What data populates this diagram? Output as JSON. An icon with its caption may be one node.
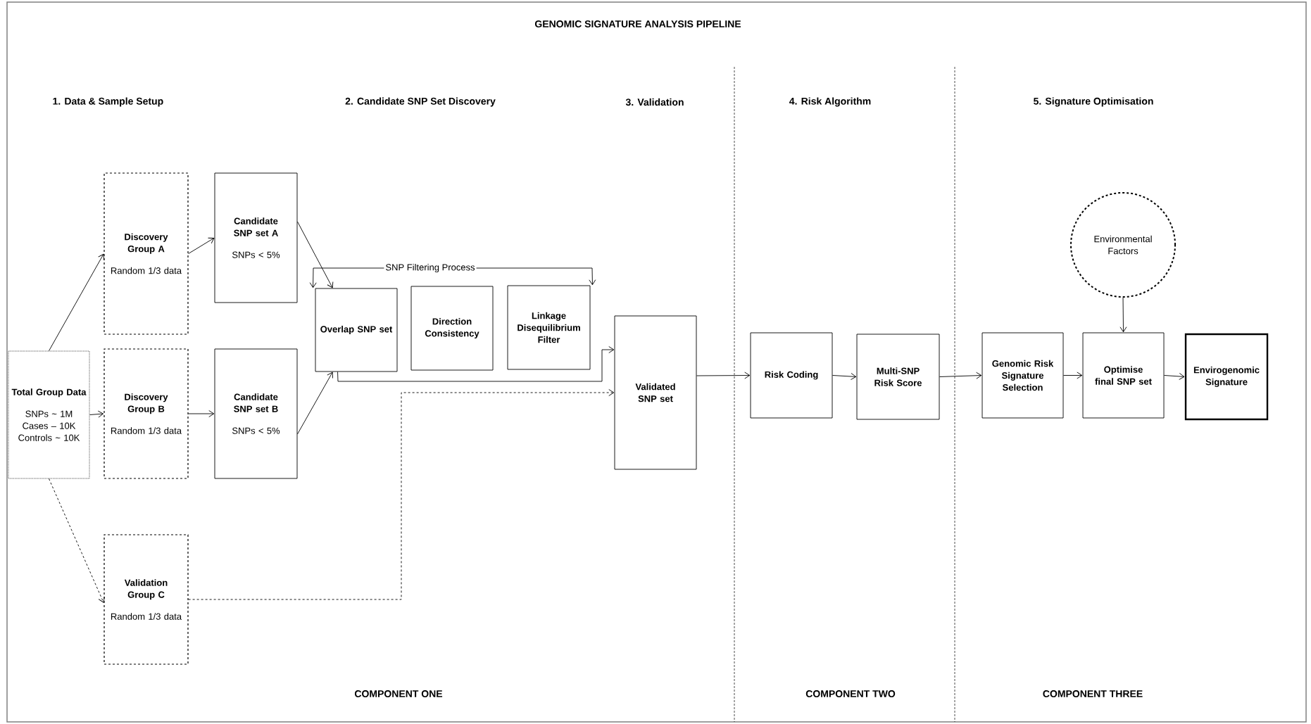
{
  "diagram": {
    "title": "GENOMIC SIGNATURE ANALYSIS PIPELINE",
    "nodes": [
      {
        "text": [
          "Total Group Data",
          "SNPs ~ 1M Cases – 10K Controls ~ 10K"
        ]
      },
      {
        "text": [
          "Discovery Group A",
          "Random 1/3 data"
        ]
      },
      {
        "text": [
          "Candidate SNP set A",
          "SNPs < 5%"
        ]
      },
      {
        "text": [
          "Discovery Group B",
          "Random 1/3 data"
        ]
      },
      {
        "text": [
          "Candidate SNP set B",
          "SNPs < 5%"
        ]
      },
      {
        "text": [
          "Validation Group C",
          "Random 1/3 data"
        ]
      },
      {
        "text": [
          "Overlap SNP set"
        ]
      },
      {
        "text": [
          "Direction Consistency"
        ]
      },
      {
        "text": [
          "Linkage Disequilibrium Filter"
        ]
      },
      {
        "text": [
          "Validated SNP set"
        ]
      },
      {
        "text": [
          "Risk Coding"
        ]
      },
      {
        "text": [
          "Multi-SNP Risk Score"
        ]
      },
      {
        "text": [
          "Genomic Risk Signature Selection"
        ]
      },
      {
        "text": [
          "Optimise final SNP set"
        ]
      },
      {
        "text": [
          "Envirogenomic Signature"
        ]
      },
      {
        "text": [
          "Environmental Factors"
        ]
      }
    ],
    "edges": [
      {
        "from": 0,
        "to": 1,
        "arrow": "to"
      },
      {
        "from": 0,
        "to": 3,
        "arrow": "to"
      },
      {
        "from": 0,
        "to": 5,
        "arrow": "to",
        "style": "dashed"
      },
      {
        "from": 1,
        "to": 2,
        "arrow": "to"
      },
      {
        "from": 3,
        "to": 4,
        "arrow": "to"
      },
      {
        "from": 2,
        "to": 6,
        "arrow": "to"
      },
      {
        "from": 4,
        "to": 6,
        "arrow": "to"
      },
      {
        "from": 6,
        "to": 9,
        "arrow": "to"
      },
      {
        "from": 5,
        "to": 9,
        "arrow": "to",
        "style": "dashed"
      },
      {
        "from": 6,
        "to": 8,
        "arrow": "both",
        "label": "SNP Filtering Process"
      },
      {
        "from": 9,
        "to": 10,
        "arrow": "to"
      },
      {
        "from": 10,
        "to": 11,
        "arrow": "to"
      },
      {
        "from": 11,
        "to": 12,
        "arrow": "to"
      },
      {
        "from": 12,
        "to": 13,
        "arrow": "to"
      },
      {
        "from": 13,
        "to": 14,
        "arrow": "to"
      },
      {
        "from": 15,
        "to": 13,
        "arrow": "to"
      }
    ],
    "labels": [
      "1.  Data & Sample Setup",
      "2. Candidate SNP Set Discovery",
      "3. Validation",
      "4. Risk Algorithm",
      "5. Signature Optimisation",
      "COMPONENT ONE",
      "COMPONENT TWO",
      "COMPONENT THREE"
    ]
  }
}
